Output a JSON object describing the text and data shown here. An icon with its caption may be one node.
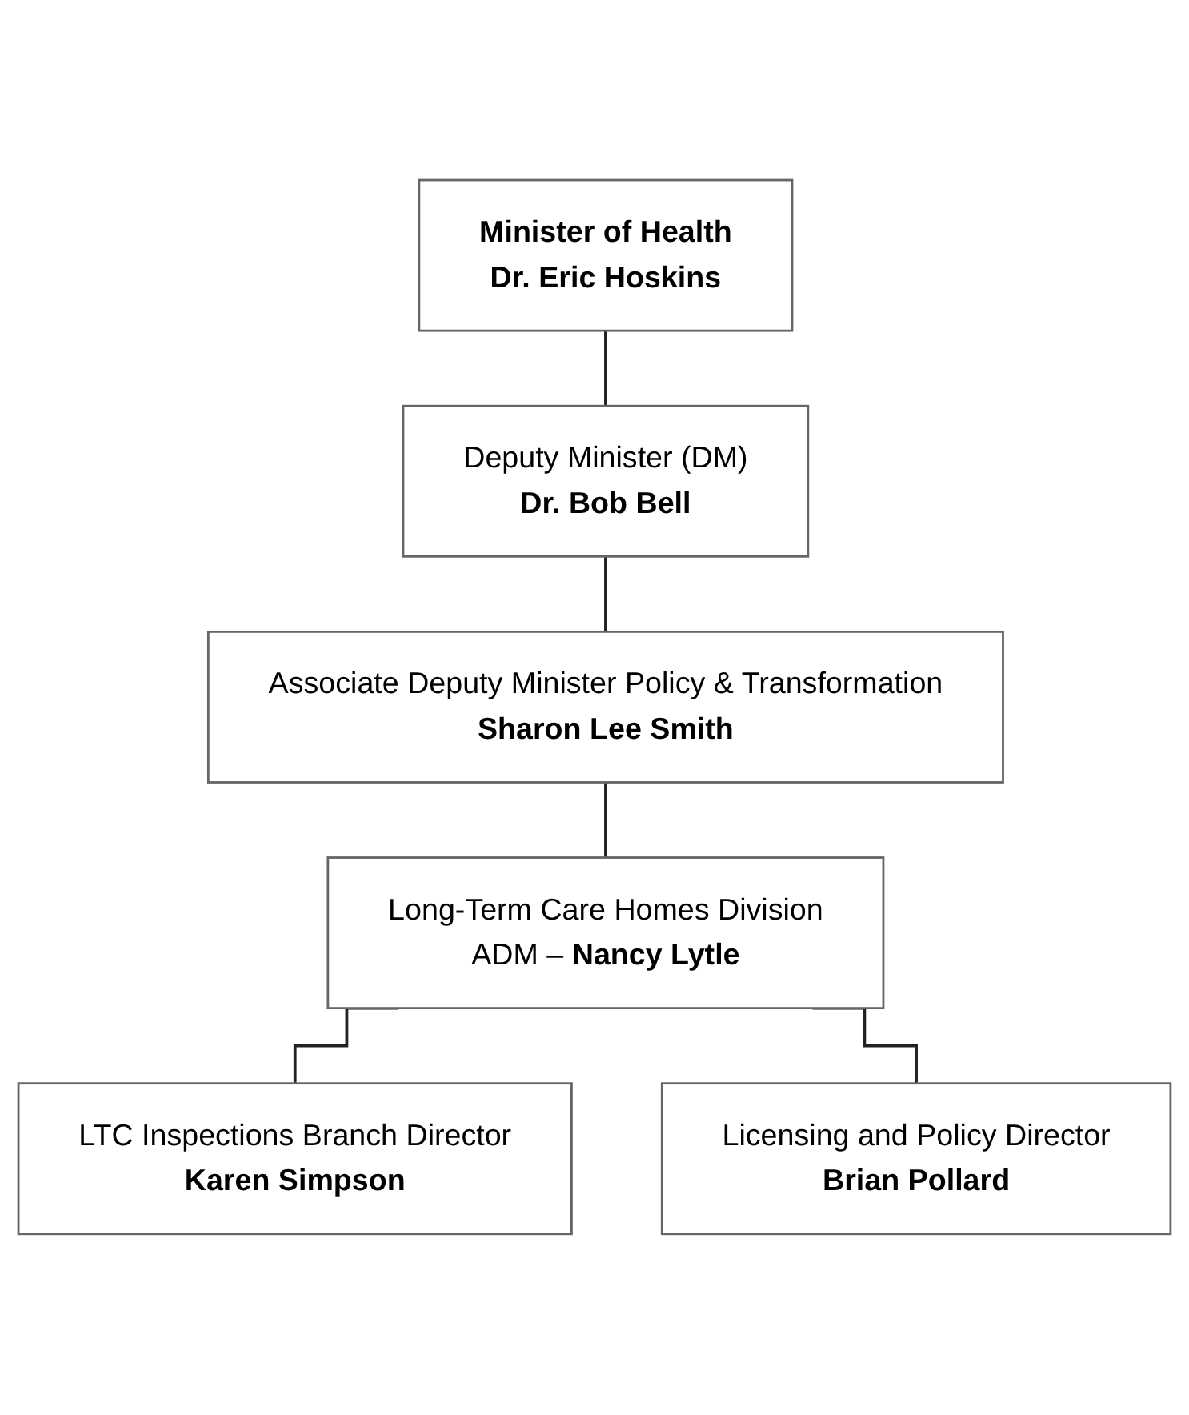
{
  "diagram": {
    "nodes": [
      {
        "text": [
          "Minister of Health",
          "Dr. Eric Hoskins"
        ]
      },
      {
        "text": [
          "Deputy Minister (DM)",
          "Dr. Bob Bell"
        ]
      },
      {
        "text": [
          "Associate Deputy Minister Policy & Transformation",
          "Sharon Lee Smith"
        ]
      },
      {
        "text": [
          "Long-Term Care Homes Division",
          "ADM – **Nancy Lytle**"
        ]
      },
      {
        "text": [
          "LTC Inspections Branch Director",
          "Karen Simpson"
        ]
      },
      {
        "text": [
          "Licensing and Policy Director",
          "Brian Pollard"
        ]
      }
    ],
    "edges": [
      {
        "from": 0,
        "to": 1,
        "arrow": "none"
      },
      {
        "from": 1,
        "to": 2,
        "arrow": "none"
      },
      {
        "from": 2,
        "to": 3,
        "arrow": "none"
      },
      {
        "from": 3,
        "to": 4,
        "arrow": "none"
      },
      {
        "from": 3,
        "to": 5,
        "arrow": "none"
      }
    ]
  }
}
